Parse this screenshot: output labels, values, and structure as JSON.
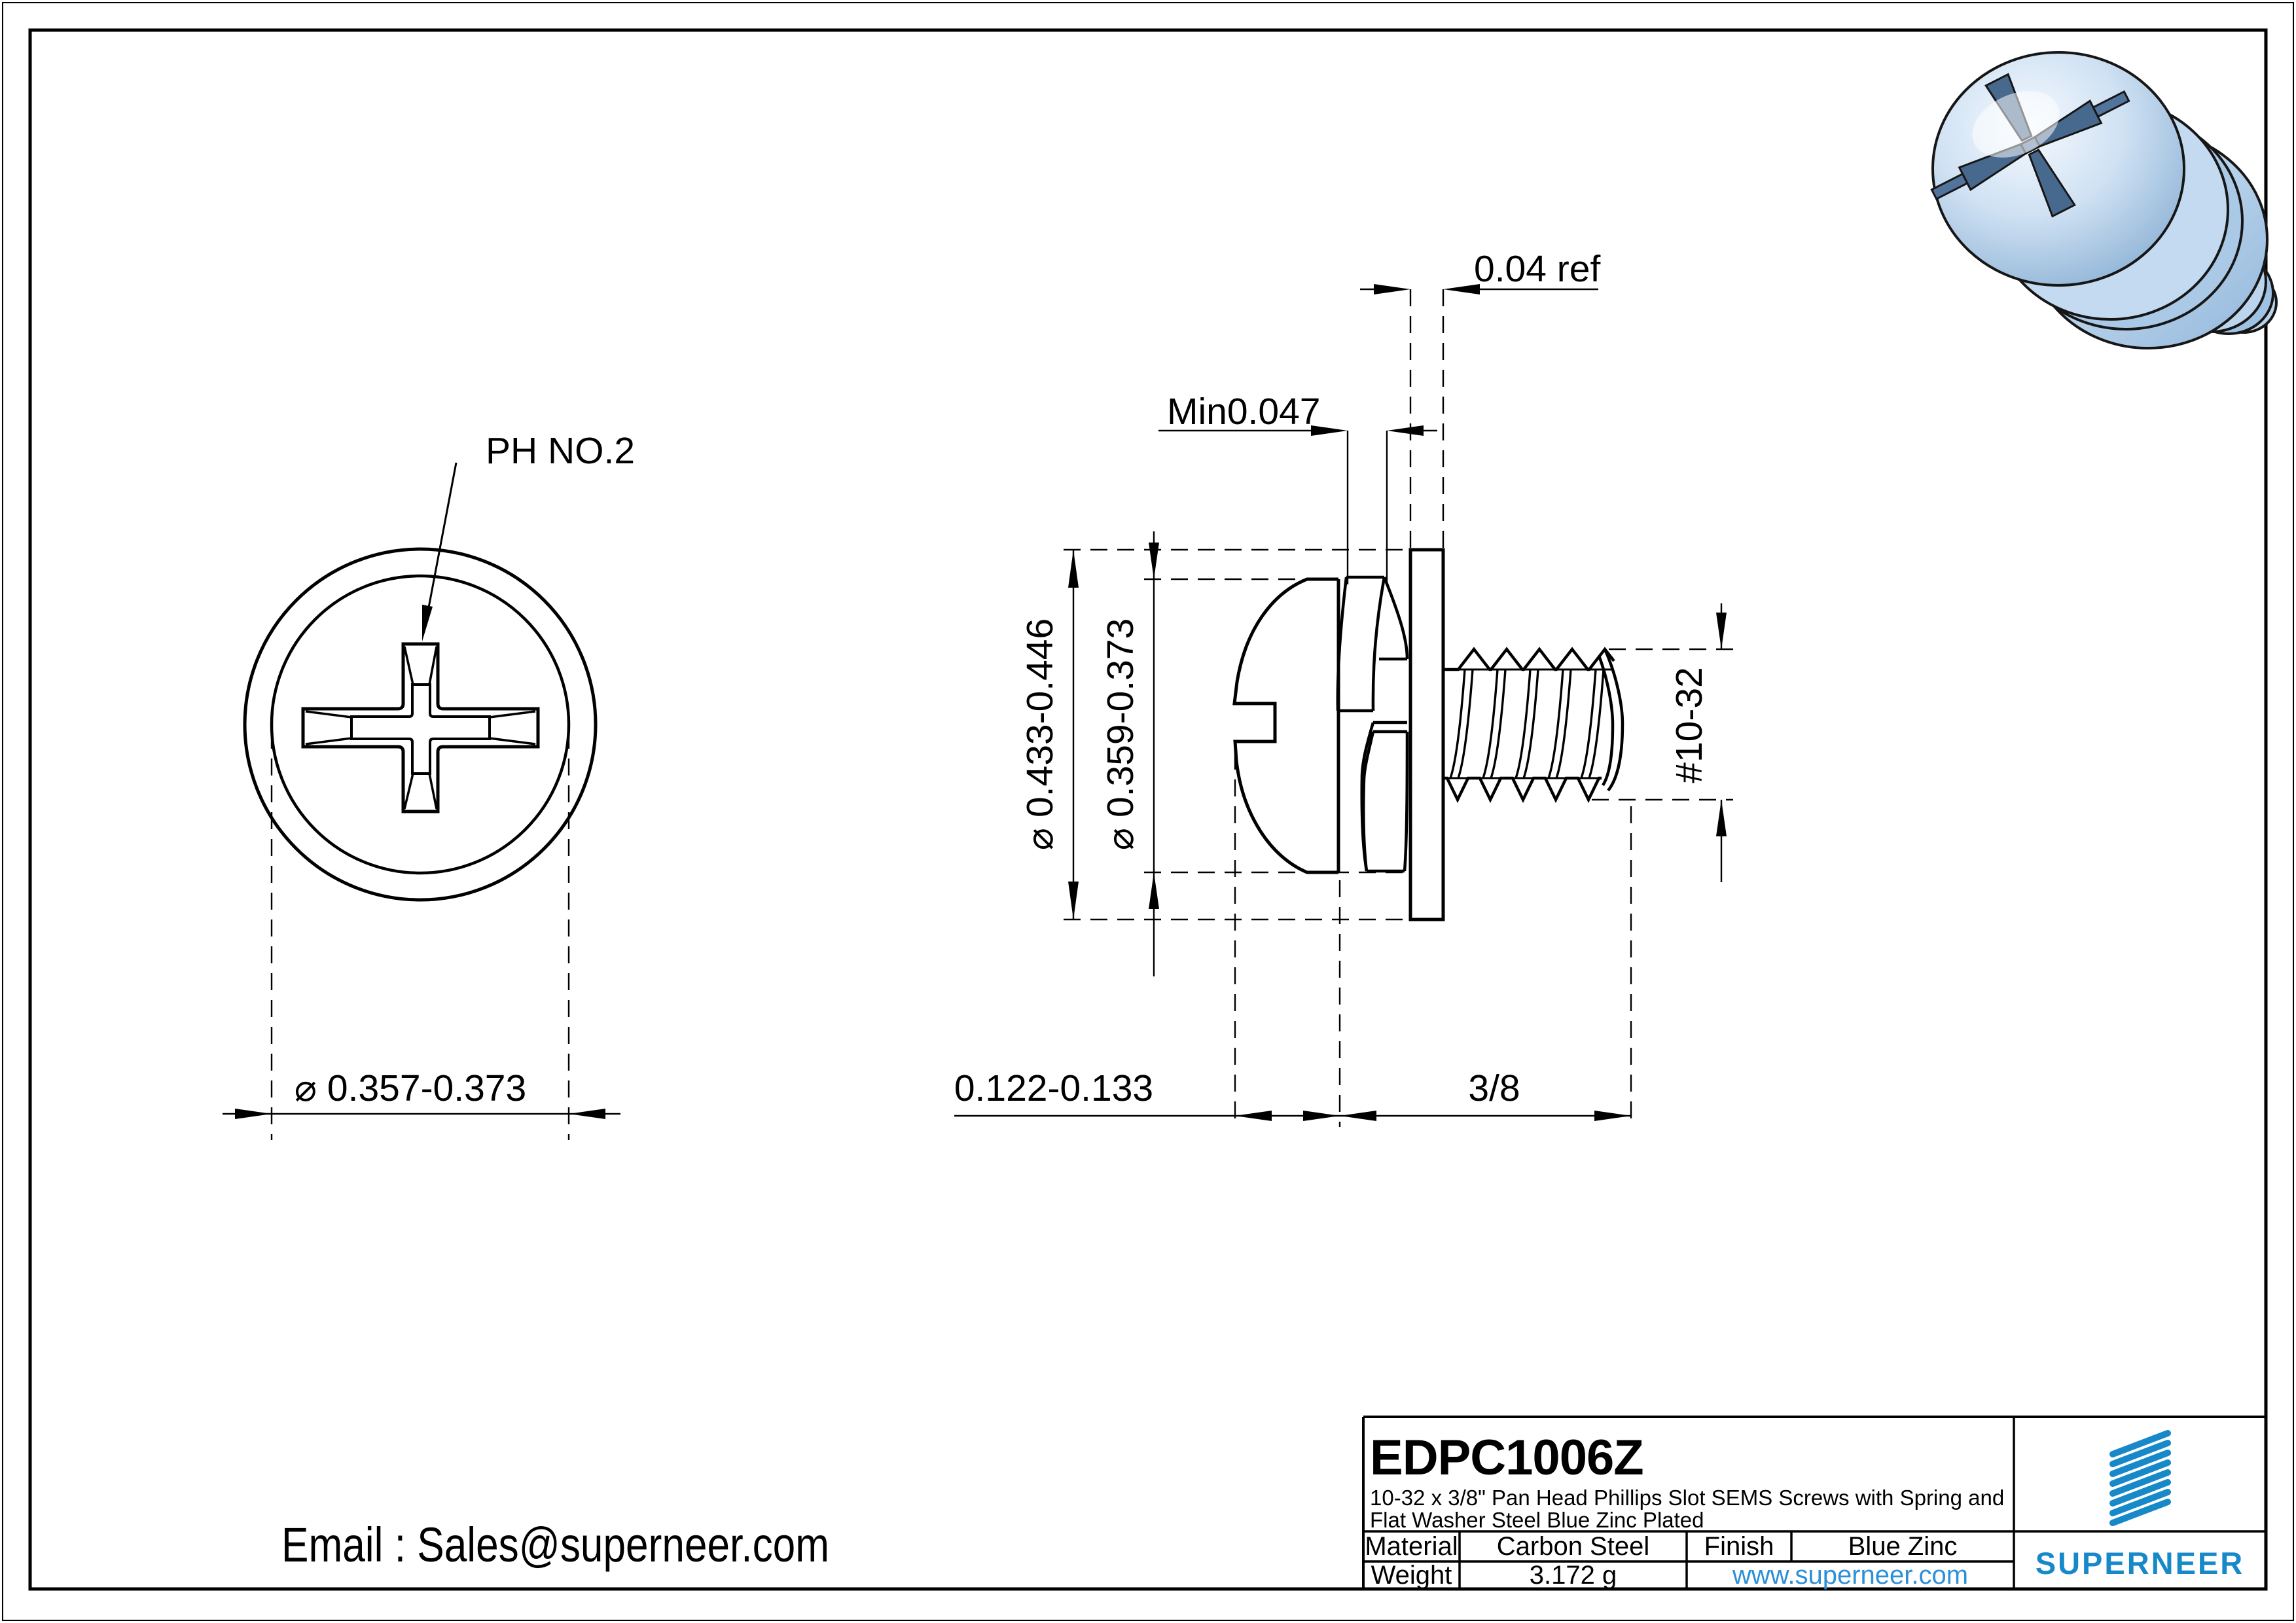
{
  "drawing": {
    "part_number": "EDPC1006Z",
    "description_line1": "10-32 x 3/8\" Pan Head Phillips Slot SEMS Screws with Spring and",
    "description_line2": "Flat Washer Steel Blue Zinc Plated",
    "material_label": "Material",
    "material_value": "Carbon Steel",
    "finish_label": "Finish",
    "finish_value": "Blue Zinc",
    "weight_label": "Weight",
    "weight_value": "3.172 g",
    "website": "www.superneer.com",
    "brand": "SUPERNEER",
    "email": "Email : Sales@superneer.com"
  },
  "dimensions": {
    "front_head_diameter": "⌀ 0.357-0.373",
    "drive_label": "PH NO.2",
    "flat_washer_od": "⌀ 0.433-0.446",
    "head_od": "⌀ 0.359-0.373",
    "flat_washer_thickness": "0.04 ref",
    "spring_washer_min": "Min0.047",
    "head_height": "0.122-0.133",
    "thread_length": "3/8",
    "thread_size": "#10-32"
  },
  "colors": {
    "brand_blue": "#1789c9",
    "link_blue": "#2b90d8",
    "line_black": "#000000",
    "render_steel_light": "#e9f2fb",
    "render_steel_dark": "#7fa8cf"
  }
}
